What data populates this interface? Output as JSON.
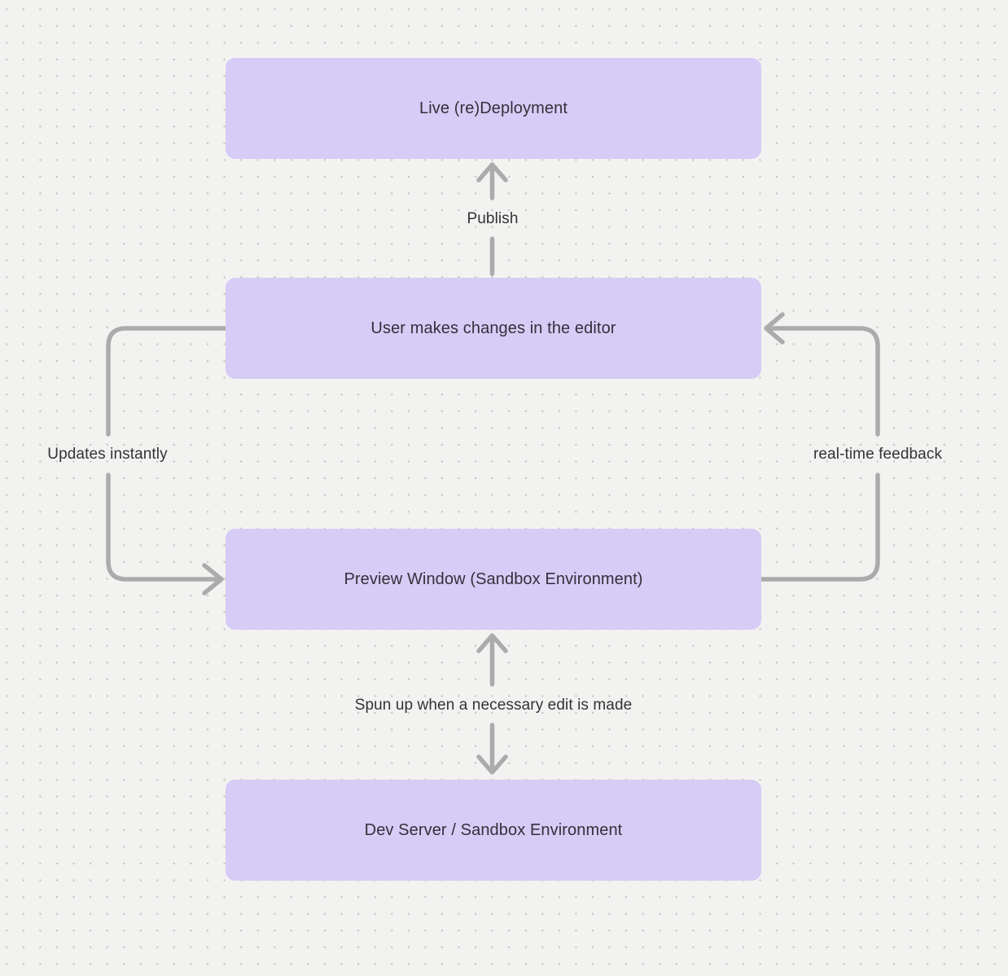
{
  "diagram": {
    "colors": {
      "background": "#f2f2f1",
      "grid_dot": "#c4c4c4",
      "node_fill": "#d6ccf5",
      "node_text": "#33303b",
      "edge_stroke": "#ababab",
      "edge_label_text": "#333333"
    },
    "nodes": [
      {
        "id": "live-redeployment",
        "label": "Live (re)Deployment"
      },
      {
        "id": "user-changes",
        "label": "User makes changes in the editor"
      },
      {
        "id": "preview-window",
        "label": "Preview Window (Sandbox Environment)"
      },
      {
        "id": "dev-server",
        "label": "Dev Server / Sandbox Environment"
      }
    ],
    "edges": [
      {
        "id": "publish",
        "label": "Publish",
        "from": "user-changes",
        "to": "live-redeployment",
        "direction": "up"
      },
      {
        "id": "updates-instantly",
        "label": "Updates instantly",
        "from": "user-changes",
        "to": "preview-window",
        "direction": "down-left-curve"
      },
      {
        "id": "real-time-feedback",
        "label": "real-time feedback",
        "from": "preview-window",
        "to": "user-changes",
        "direction": "up-right-curve"
      },
      {
        "id": "spun-up",
        "label": "Spun up when a necessary edit is made",
        "from": "preview-window",
        "to": "dev-server",
        "direction": "both"
      }
    ]
  }
}
